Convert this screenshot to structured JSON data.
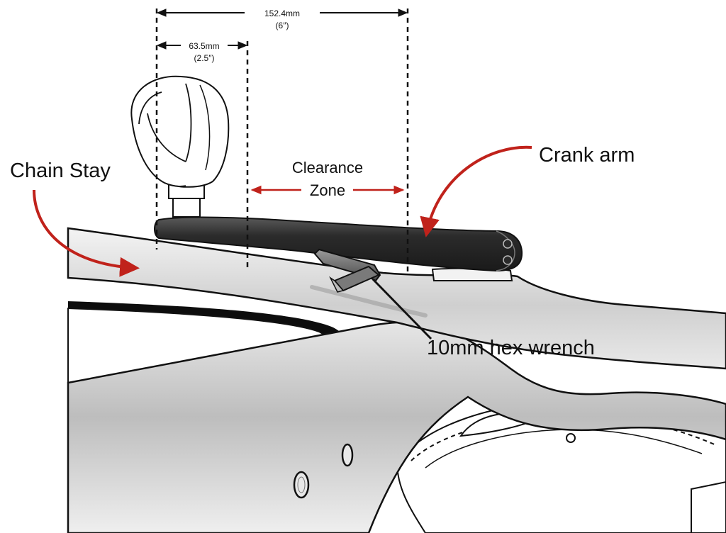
{
  "dimensions": {
    "total_mm": "152.4mm",
    "total_in": "(6″)",
    "pedal_mm": "63.5mm",
    "pedal_in": "(2.5″)"
  },
  "labels": {
    "chain_stay": "Chain Stay",
    "crank_arm": "Crank arm",
    "clearance_line1": "Clearance",
    "clearance_line2": "Zone",
    "hex_wrench": "10mm hex wrench"
  },
  "colors": {
    "arrow_red": "#c0221b",
    "crank_dark": "#2e2e2e",
    "frame_light": "#dedede",
    "outline": "#111111"
  }
}
